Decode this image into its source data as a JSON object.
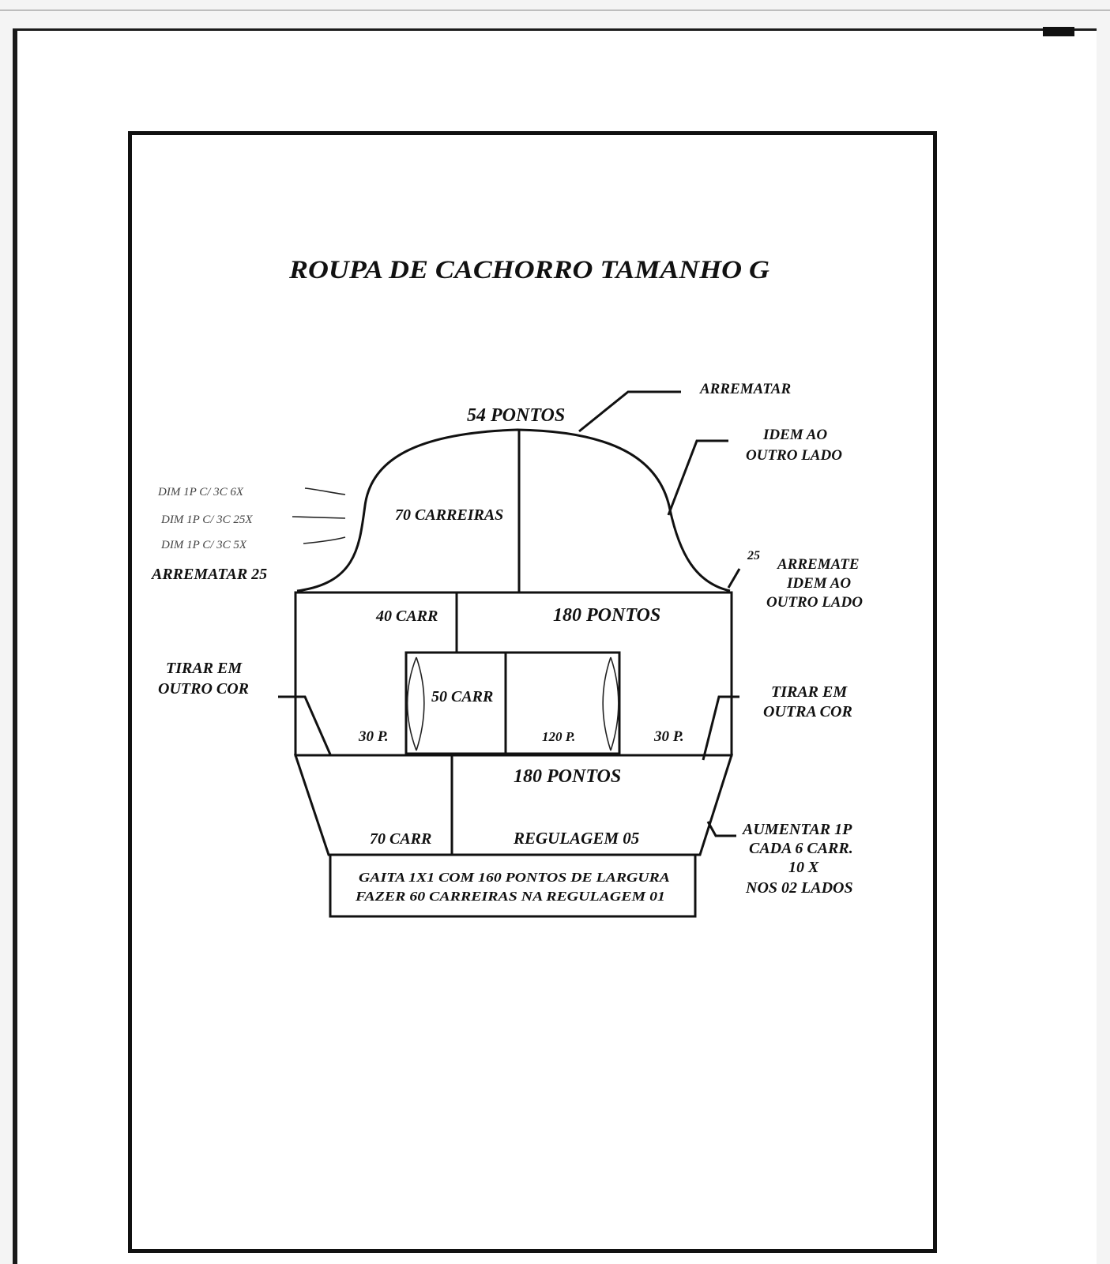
{
  "title": "ROUPA DE CACHORRO  TAMANHO G",
  "labels": {
    "top_width": "54 PONTOS",
    "top_rows": "70 CARREIRAS",
    "arrematar_top": "ARREMATAR",
    "idem_right_1": "IDEM  AO",
    "idem_right_2": "OUTRO LADO",
    "dim_1": "DIM 1P C/ 3C 6X",
    "dim_2": "DIM 1P C/ 3C 25X",
    "dim_3": "DIM 1P C/ 3C 5X",
    "arrematar_left": "ARREMATAR  25",
    "arremate_num": "25",
    "arremate_1": "ARREMATE",
    "arremate_2": "IDEM AO",
    "arremate_3": "OUTRO LADO",
    "mid_rows": "40 CARR",
    "mid_width": "180 PONTOS",
    "tirar_left_1": "TIRAR EM",
    "tirar_left_2": "OUTRO COR",
    "tirar_right_1": "TIRAR EM",
    "tirar_right_2": "OUTRA COR",
    "hole_rows": "50 CARR",
    "left_30": "30 P.",
    "center_120": "120 P.",
    "right_30": "30 P.",
    "lower_width": "180 PONTOS",
    "lower_rows": "70 CARR",
    "regulagem": "REGULAGEM 05",
    "aumentar_1": "AUMENTAR 1P",
    "aumentar_2": "CADA 6 CARR.",
    "aumentar_3": "10 X",
    "aumentar_4": "NOS 02 LADOS",
    "gaita_1": "GAITA 1X1 COM 160 PONTOS DE LARGURA",
    "gaita_2": "FAZER 60 CARREIRAS NA REGULAGEM 01"
  }
}
